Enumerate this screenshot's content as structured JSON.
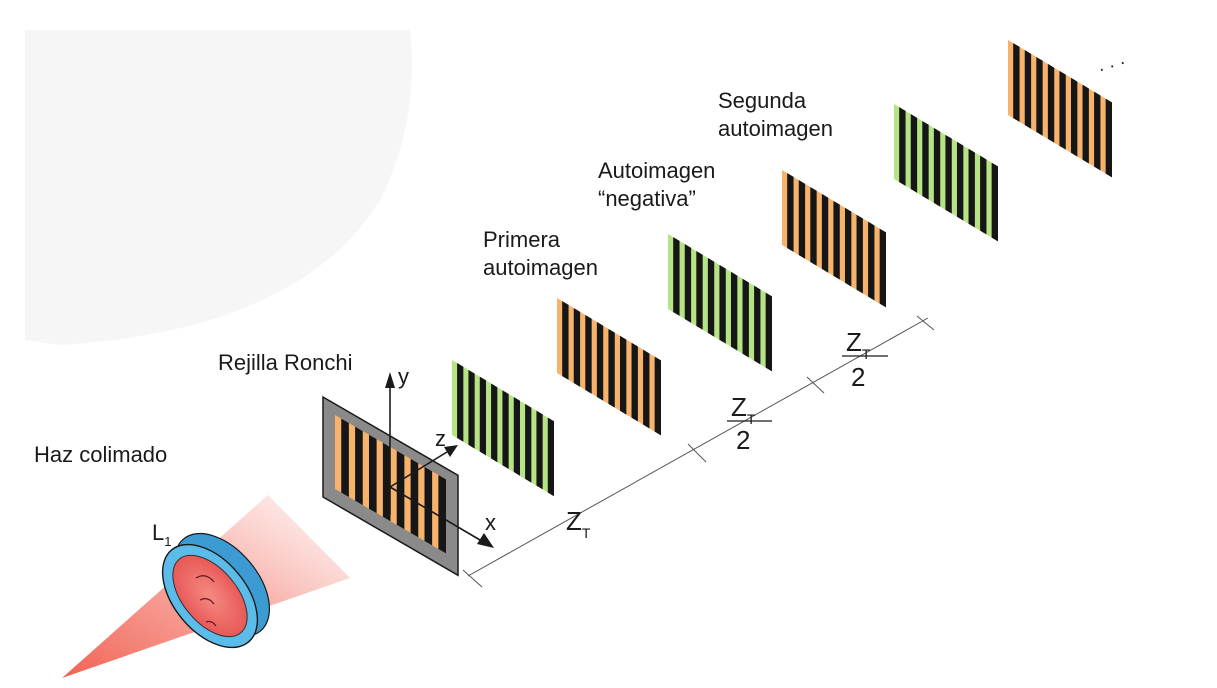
{
  "labels": {
    "beam": "Haz colimado",
    "lens": "L",
    "lens_sub": "1",
    "grating": "Rejilla Ronchi",
    "first": [
      "Primera",
      "autoimagen"
    ],
    "negative": [
      "Autoimagen",
      "“negativa”"
    ],
    "second": [
      "Segunda",
      "autoimagen"
    ],
    "ellipsis": "· · ·",
    "axis_x": "x",
    "axis_y": "y",
    "axis_z": "z",
    "zt_letter": "Z",
    "zt_sub": "T",
    "half_denominator": "2"
  },
  "colors": {
    "orange": "#f7b36b",
    "green": "#b6e384",
    "bar": "#161616",
    "frame": "#8a8a8a",
    "beam": "#f05a4a",
    "lens_rim": "#56b5e6",
    "lens_core": "#f07070",
    "line": "#555555"
  }
}
